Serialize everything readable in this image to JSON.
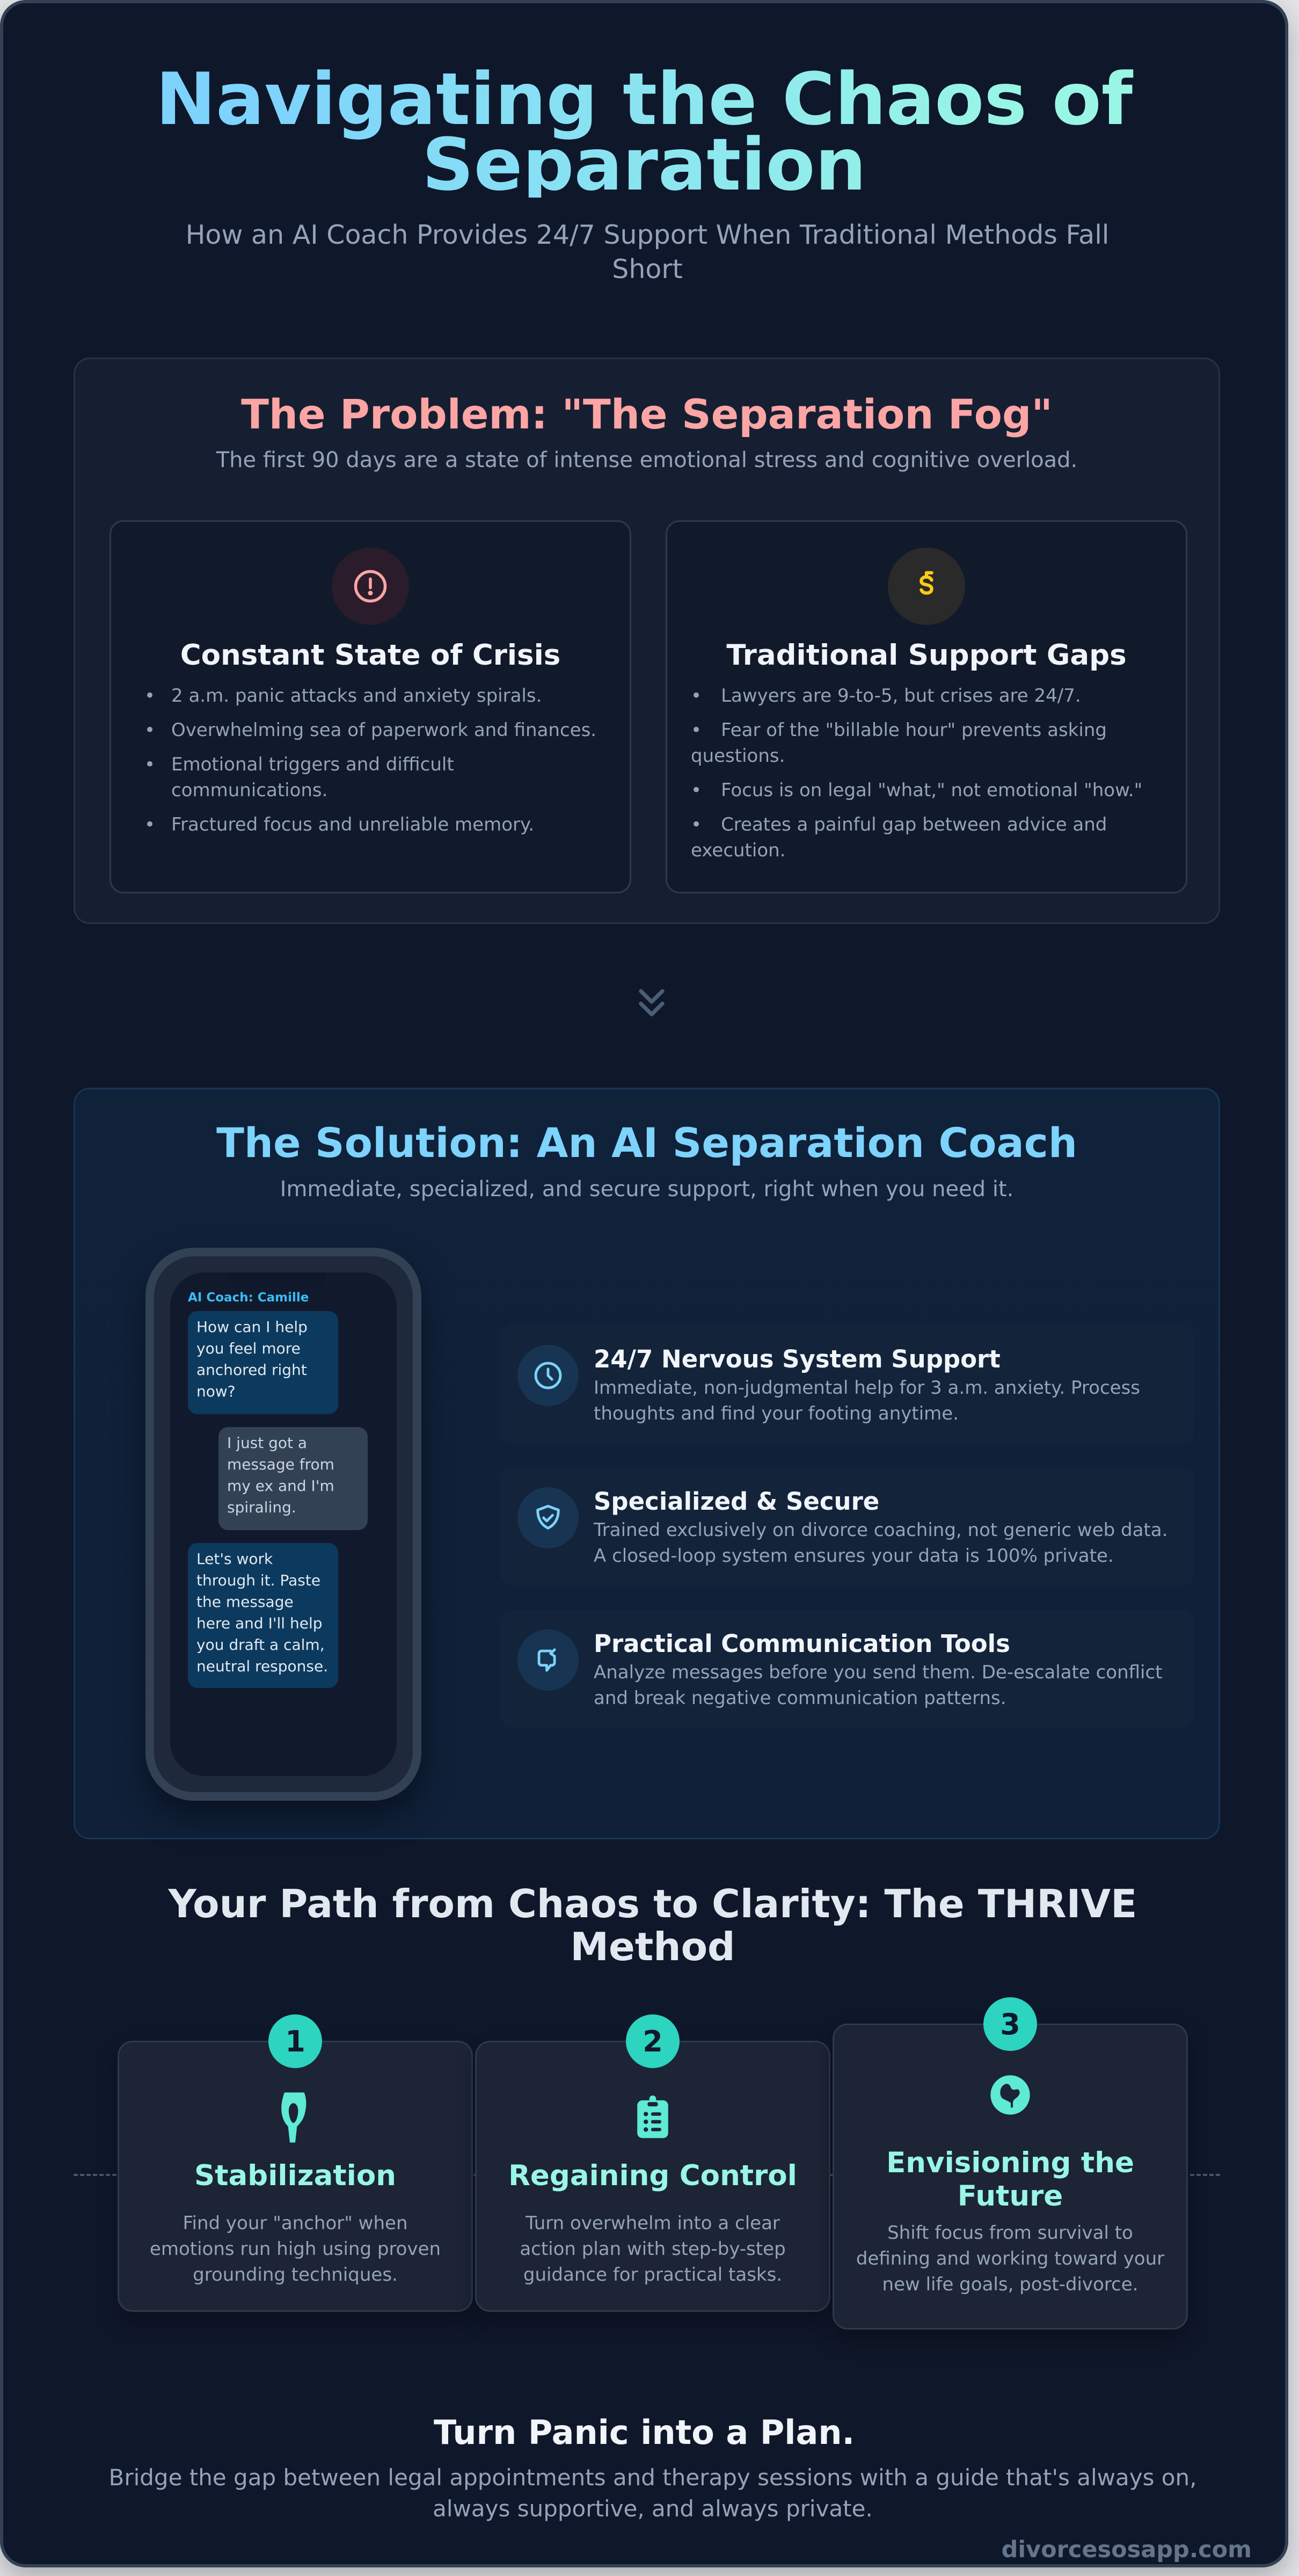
{
  "header": {
    "title": "Navigating the Chaos of Separation",
    "subtitle": "How an AI Coach Provides 24/7 Support When Traditional Methods Fall Short"
  },
  "problem": {
    "title": "The Problem: \"The Separation Fog\"",
    "subtitle": "The first 90 days are a state of intense emotional stress and cognitive overload.",
    "cards": [
      {
        "icon": "alert-circle-icon",
        "title": "Constant State of Crisis",
        "items": [
          "2 a.m. panic attacks and anxiety spirals.",
          "Overwhelming sea of paperwork and finances.",
          "Emotional triggers and difficult communications.",
          "Fractured focus and unreliable memory."
        ]
      },
      {
        "icon": "dollar-icon",
        "title": "Traditional Support Gaps",
        "items": [
          "Lawyers are 9-to-5, but crises are 24/7.",
          "Fear of the \"billable hour\" prevents asking questions.",
          "Focus is on legal \"what,\" not emotional \"how.\"",
          "Creates a painful gap between advice and execution."
        ]
      }
    ]
  },
  "divider": {
    "icon": "double-chevron-down-icon"
  },
  "solution": {
    "title": "The Solution: An AI Separation Coach",
    "subtitle": "Immediate, specialized, and secure support, right when you need it.",
    "phone": {
      "header": "AI Coach: Camille",
      "messages": [
        {
          "from": "ai",
          "text": "How can I help you feel more anchored right now?"
        },
        {
          "from": "user",
          "text": "I just got a message from my ex and I'm spiraling."
        },
        {
          "from": "ai",
          "text": "Let's work through it. Paste the message here and I'll help you draft a calm, neutral response."
        }
      ]
    },
    "features": [
      {
        "icon": "clock-icon",
        "title": "24/7 Nervous System Support",
        "description": "Immediate, non-judgmental help for 3 a.m. anxiety. Process thoughts and find your footing anytime."
      },
      {
        "icon": "shield-check-icon",
        "title": "Specialized & Secure",
        "description": "Trained exclusively on divorce coaching, not generic web data. A closed-loop system ensures your data is 100% private."
      },
      {
        "icon": "message-bubble-icon",
        "title": "Practical Communication Tools",
        "description": "Analyze messages before you send them. De-escalate conflict and break negative communication patterns."
      }
    ]
  },
  "thrive": {
    "title": "Your Path from Chaos to Clarity: The THRIVE Method",
    "steps": [
      {
        "number": "1",
        "icon": "anchor-icon",
        "title": "Stabilization",
        "description": "Find your \"anchor\" when emotions run high using proven grounding techniques."
      },
      {
        "number": "2",
        "icon": "clipboard-list-icon",
        "title": "Regaining Control",
        "description": "Turn overwhelm into a clear action plan with step-by-step guidance for practical tasks."
      },
      {
        "number": "3",
        "icon": "globe-icon",
        "title": "Envisioning the Future",
        "description": "Shift focus from survival to defining and working toward your new life goals, post-divorce."
      }
    ]
  },
  "cta": {
    "title": "Turn Panic into a Plan.",
    "subtitle": "Bridge the gap between legal appointments and therapy sessions with a guide that's always on, always supportive, and always private.",
    "site": "divorcesosapp.com"
  },
  "colors": {
    "background": "#0f172a",
    "problem_accent": "#fca5a5",
    "solution_accent": "#7dd3fc",
    "thrive_accent": "#2dd4bf",
    "warning_icon": "#facc15",
    "muted_text": "#94a3b8"
  }
}
